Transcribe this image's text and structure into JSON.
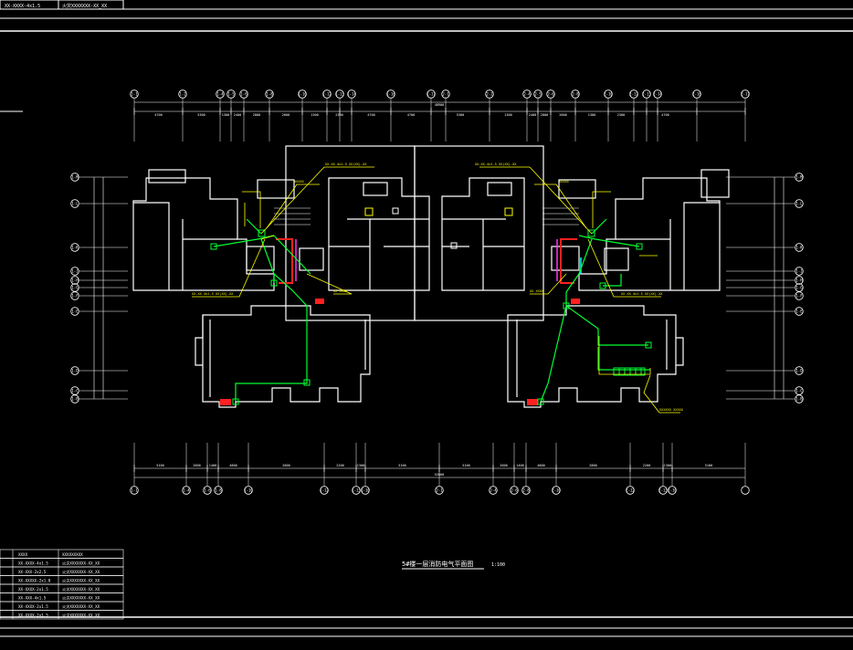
{
  "drawing": {
    "title": "5#楼一层消防电气平面图",
    "scale": "1:100",
    "top_cell_left": "XX-XXXX-4x1.5",
    "top_cell_right": "火灾XXXXXXX-XX_XX"
  },
  "colors": {
    "background": "#000000",
    "wall": "#ffffff",
    "wiring": "#00ff33",
    "annotation": "#ffff00",
    "fire_zone": "#ff2020",
    "grid_label": "#ffffff",
    "cyan": "#00ffff",
    "magenta": "#ff33ff"
  },
  "axes": {
    "top": [
      "1-1",
      "1-2",
      "1-4",
      "1-5",
      "1-6",
      "1-8",
      "1-10",
      "1-12",
      "1-13",
      "1-14",
      "1-16",
      "1-17",
      "2-1",
      "2-2",
      "2-4",
      "2-5",
      "2-6",
      "2-8",
      "2-10",
      "2-12",
      "2-13",
      "2-14",
      "2-16",
      "2-17"
    ],
    "bottom": [
      "1-1",
      "1-4",
      "1-6",
      "1-8",
      "1-10",
      "1-12",
      "1-13",
      "1-16",
      "2-1",
      "2-4",
      "2-6",
      "2-8",
      "2-10",
      "2-12",
      "2-13",
      "2-16"
    ],
    "left": [
      "1-M",
      "1-L",
      "1-K",
      "1-J",
      "1-H",
      "1-G",
      "1-F",
      "1-E",
      "1-D",
      "1-C",
      "1-B",
      "1-A"
    ],
    "right": [
      "1-M",
      "1-L",
      "1-K",
      "1-J",
      "1-H",
      "1-G",
      "1-F",
      "1-E",
      "1-D",
      "1-C",
      "1-B",
      "1-A"
    ]
  },
  "dimensions": {
    "top_segments": [
      "4700",
      "5300",
      "1300",
      "2400",
      "2800",
      "2600",
      "1300",
      "2300",
      "4700",
      "4700",
      "5300",
      "1300",
      "2400",
      "2800",
      "2600",
      "1300",
      "2300",
      "4700"
    ],
    "top_total": "48900",
    "bottom_segments": [
      "5100",
      "2600",
      "1400",
      "4800",
      "2800",
      "2200",
      "1300",
      "5100",
      "5100",
      "2600",
      "1400",
      "4800",
      "2800",
      "2200",
      "1300",
      "5100"
    ],
    "bottom_total": "52800"
  },
  "annotations": [
    "XX-XX-4x1.5 XX(XX)-XX",
    "XX-XX-4x1.5 XX(XX)-XX",
    "XX-XX-4x1.5 XX(XX)-XX",
    "XX-XX-4x1.5 XX(XX)-XX",
    "XXXXX",
    "XXXXX",
    "XX XXXX",
    "XX XXXX",
    "XXXXXX XXXXX"
  ],
  "legend": {
    "header": [
      "XXXX",
      "XXXXXXXXX"
    ],
    "rows": [
      [
        "XX-XXXX-4x1.5",
        "火灾XXXXXXX-XX_XX"
      ],
      [
        "XX-XXX-2x2.5",
        "火灾XXXXXXX-XX_XX"
      ],
      [
        "XX-XXXXX-2x1.0",
        "火灾XXXXXXX-XX_XX"
      ],
      [
        "XX-XXXX-2x1.5",
        "火灾XXXXXXX-XX_XX"
      ],
      [
        "XX-XXX-4x1.5",
        "火灾XXXXXXX-XX_XX"
      ],
      [
        "XX-XXXX-2x1.5",
        "火灾XXXXXXX-XX_XX"
      ],
      [
        "XX-XXXX-2x1.5",
        "火灾XXXXXXX-XX_XX"
      ]
    ]
  }
}
